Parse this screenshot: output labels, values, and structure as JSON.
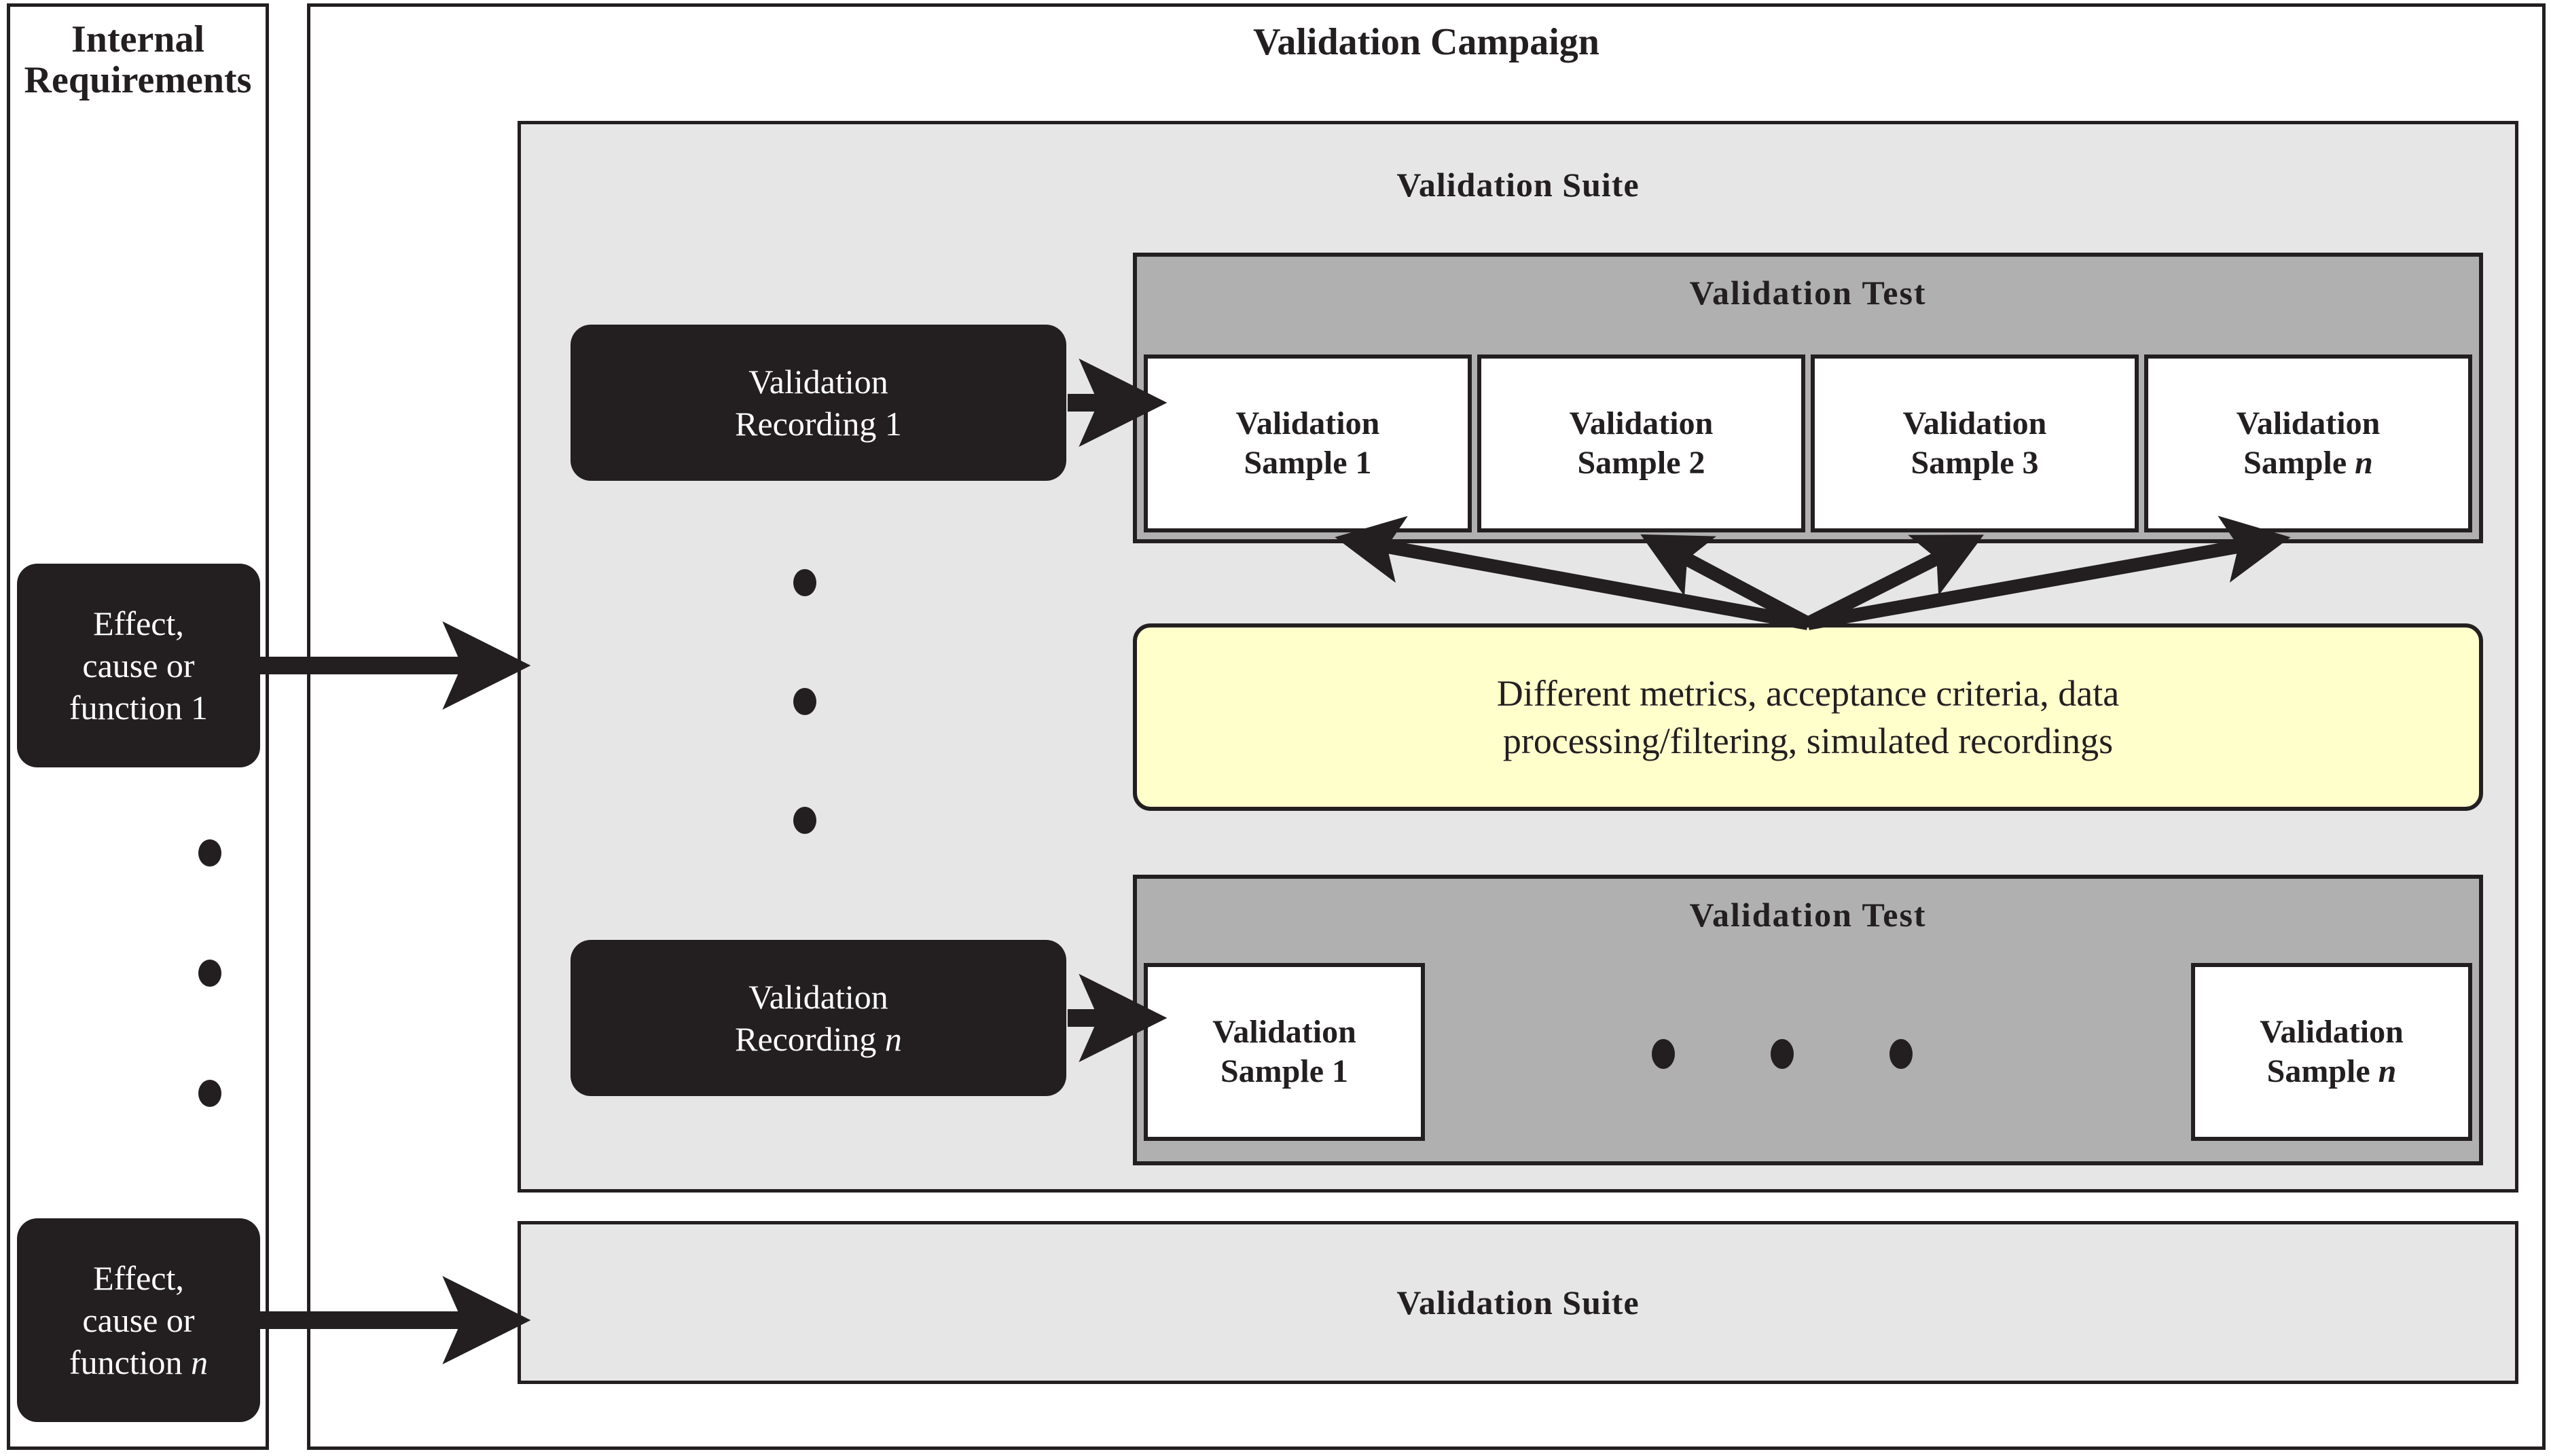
{
  "left_panel": {
    "title": "Internal\nRequirements",
    "title_line1": "Internal",
    "title_line2": "Requirements",
    "items": [
      {
        "label": "Effect,\ncause or\nfunction 1",
        "l1": "Effect,",
        "l2": "cause or",
        "l3": "function 1"
      },
      {
        "label": "Effect,\ncause or\nfunction n",
        "l1": "Effect,",
        "l2": "cause or",
        "l3": "function n"
      }
    ],
    "ellipsis_count": 3
  },
  "right_panel": {
    "title": "Validation Campaign",
    "suites": [
      {
        "label": "Validation Suite",
        "recordings": [
          {
            "l1": "Validation",
            "l2": "Recording 1"
          },
          {
            "l1": "Validation",
            "l2": "Recording n"
          }
        ],
        "recordings_ellipsis_count": 3,
        "tests": [
          {
            "label": "Validation Test",
            "samples": [
              {
                "l1": "Validation",
                "l2": "Sample 1"
              },
              {
                "l1": "Validation",
                "l2": "Sample 2"
              },
              {
                "l1": "Validation",
                "l2": "Sample 3"
              },
              {
                "l1": "Validation",
                "l2": "Sample n"
              }
            ]
          },
          {
            "label": "Validation Test",
            "samples": [
              {
                "l1": "Validation",
                "l2": "Sample 1"
              },
              {
                "l1": "Validation",
                "l2": "Sample n"
              }
            ],
            "samples_ellipsis_count": 3
          }
        ],
        "note": {
          "l1": "Different metrics, acceptance criteria, data",
          "l2": "processing/filtering, simulated recordings"
        }
      },
      {
        "label": "Validation Suite"
      }
    ]
  },
  "colors": {
    "ink": "#231f20",
    "suite_fill": "#e6e6e6",
    "test_fill": "#b0b0b0",
    "note_fill": "#ffffcc",
    "sample_fill": "#ffffff",
    "page_bg": "#ffffff"
  }
}
